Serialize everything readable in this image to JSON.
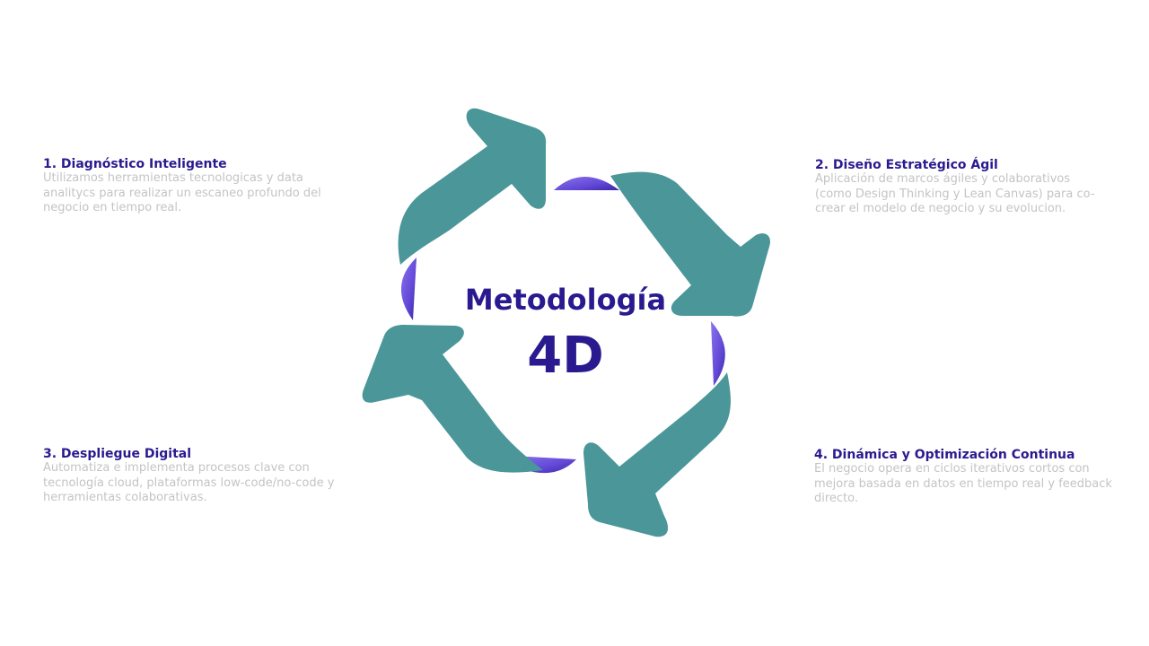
{
  "center": {
    "line1": "Metodología",
    "line2": "4D"
  },
  "colors": {
    "arrow": "#4a9699",
    "connector": "#6a4fd6",
    "title": "#2a1a8f",
    "description": "#c4c4c4"
  },
  "steps": [
    {
      "title": "1. Diagnóstico Inteligente",
      "description": "Utilizamos herramientas tecnologicas y data analitycs para realizar un escaneo profundo del negocio en tiempo real."
    },
    {
      "title": "2. Diseño Estratégico Ágil",
      "description": "Aplicación de marcos ágiles y colaborativos (como Design Thinking y Lean Canvas) para co-crear el modelo de negocio y su evolucion."
    },
    {
      "title": "3. Despliegue Digital",
      "description": "Automatiza e implementa procesos clave con tecnología cloud, plataformas low-code/no-code y herramientas colaborativas."
    },
    {
      "title": "4. Dinámica y Optimización Continua",
      "description": "El negocio opera en ciclos iterativos cortos con mejora basada en datos en tiempo real y feedback directo."
    }
  ]
}
